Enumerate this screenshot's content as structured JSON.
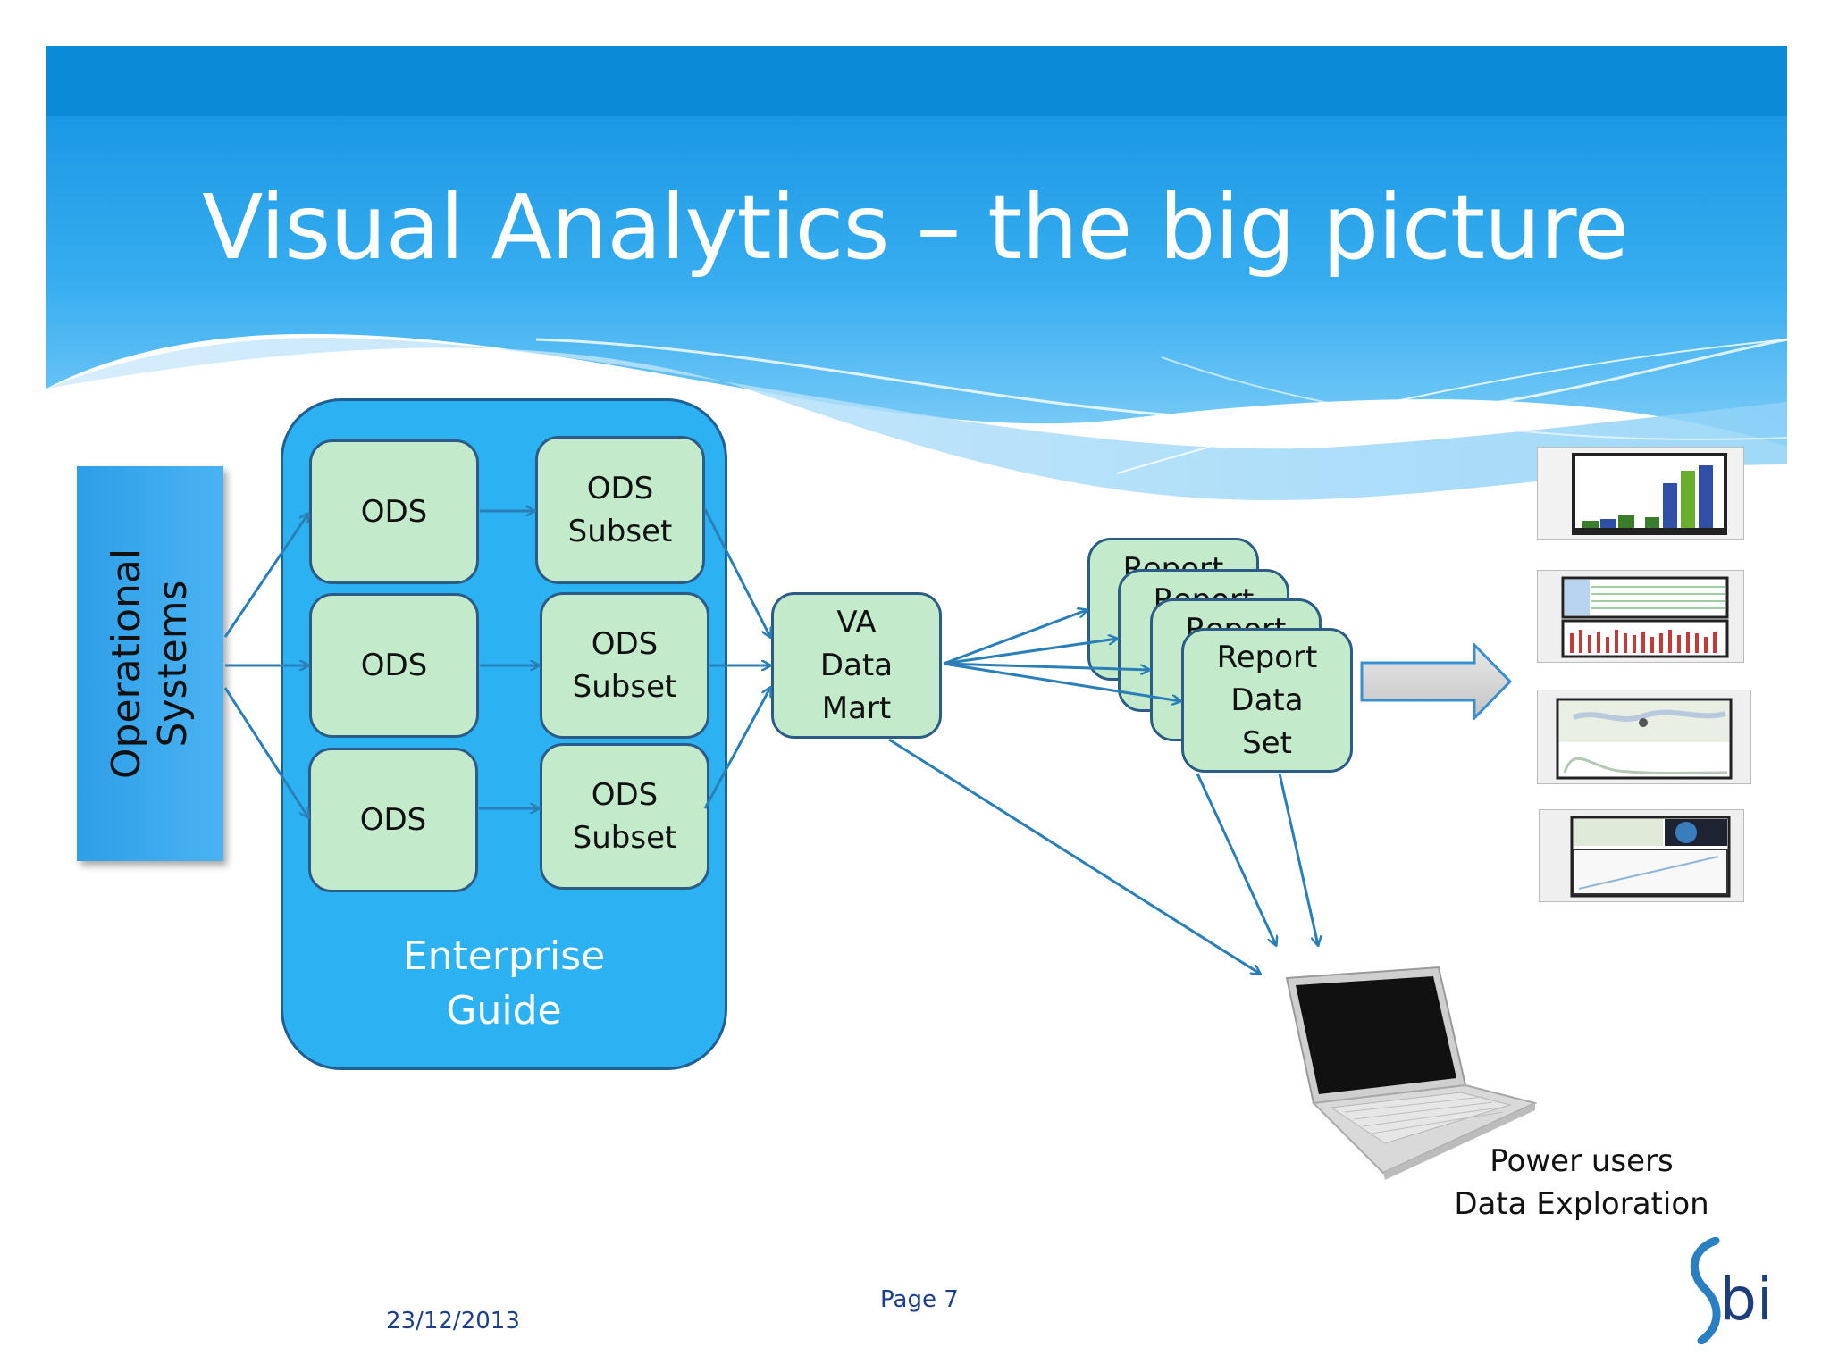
{
  "slide": {
    "title": "Visual Analytics – the big picture",
    "footer_date": "23/12/2013",
    "footer_page": "Page 7"
  },
  "colors": {
    "header_blue": "#1e9be6",
    "container_blue": "#2cb2f2",
    "node_green": "#c3ebcb",
    "node_border": "#2c5c86",
    "arrow": "#2a7fb8"
  },
  "diagram": {
    "operational_systems": [
      "Operational",
      "Systems"
    ],
    "enterprise_guide": [
      "Enterprise",
      "Guide"
    ],
    "ods": [
      "ODS",
      "ODS",
      "ODS"
    ],
    "ods_subset": [
      [
        "ODS",
        "Subset"
      ],
      [
        "ODS",
        "Subset"
      ],
      [
        "ODS",
        "Subset"
      ]
    ],
    "va_data_mart": [
      "VA",
      "Data",
      "Mart"
    ],
    "report_stack_partial": [
      "Report",
      "Report",
      "Report"
    ],
    "report_data_set": [
      "Report",
      "Data",
      "Set"
    ],
    "power_users": [
      "Power users",
      "Data Exploration"
    ],
    "logo_text": "bi",
    "icons": [
      "dashboard-thumbnail",
      "laptop-icon",
      "right-arrow-icon",
      "sbi-logo"
    ]
  }
}
